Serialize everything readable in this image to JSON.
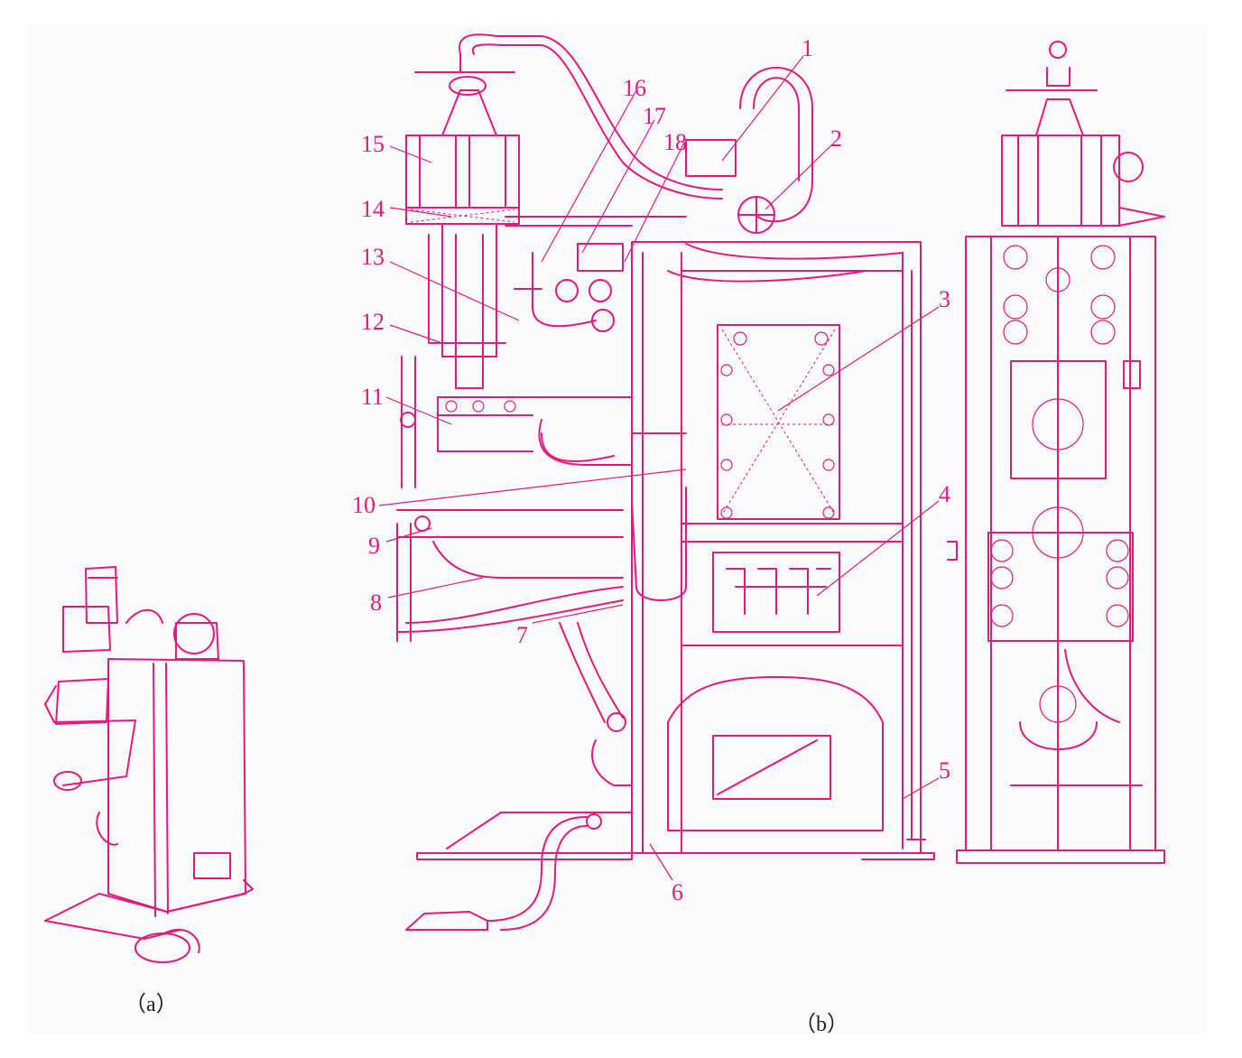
{
  "colors": {
    "line": "#e6187f",
    "background": "#fbfbfb",
    "caption": "#222222"
  },
  "captions": {
    "a": "（a）",
    "b": "（b）"
  },
  "callouts": [
    "1",
    "2",
    "3",
    "4",
    "5",
    "6",
    "7",
    "8",
    "9",
    "10",
    "11",
    "12",
    "13",
    "14",
    "15",
    "16",
    "17",
    "18"
  ]
}
